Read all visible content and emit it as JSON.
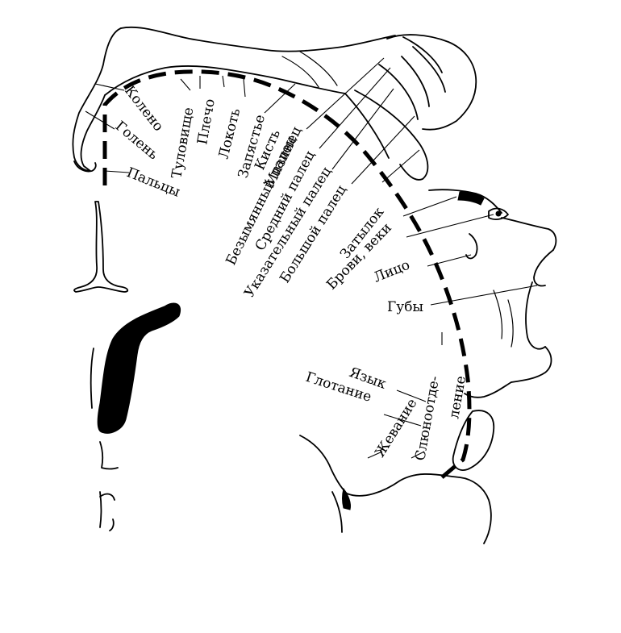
{
  "labels": {
    "knee": "Колено",
    "shin": "Голень",
    "toes": "Пальцы",
    "trunk": "Туловище",
    "shoulder": "Плечо",
    "elbow": "Локоть",
    "wrist": "Запястье",
    "hand": "Кисть",
    "little_finger": "Мизинец",
    "ring_finger": "Безымянный палец",
    "middle_finger": "Средний палец",
    "index_finger": "Указательный палец",
    "thumb": "Большой палец",
    "neck": "Затылок",
    "brows_eyelids": "Брови, веки",
    "face": "Лицо",
    "lips": "Губы",
    "tongue": "Язык",
    "swallowing": "Глотание",
    "chewing": "Жевание",
    "salivation_1": "Слюноотде-",
    "salivation_2": "ление"
  }
}
